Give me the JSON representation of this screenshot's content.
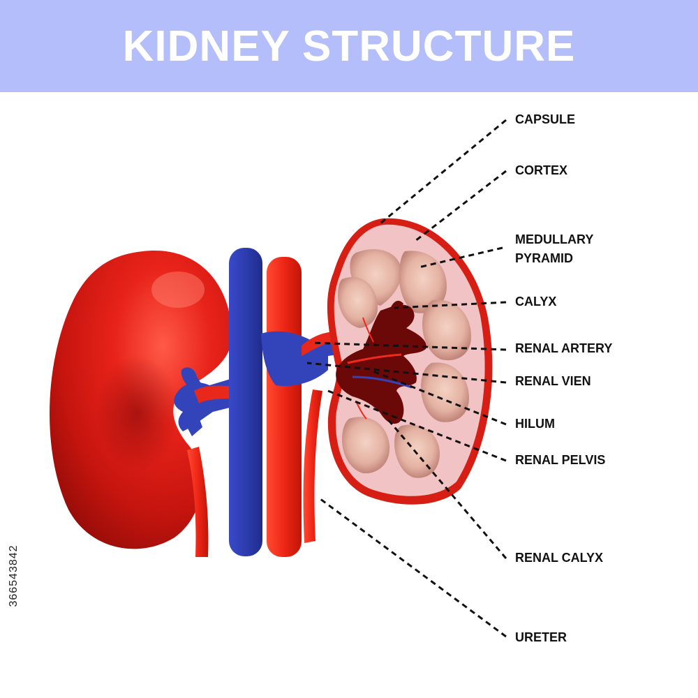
{
  "title": "KIDNEY STRUCTURE",
  "stock_id": "366543842",
  "labels": [
    {
      "id": "capsule",
      "text": "CAPSULE"
    },
    {
      "id": "cortex",
      "text": "CORTEX"
    },
    {
      "id": "medullary-pyramid",
      "line1": "MEDULLARY",
      "line2": "PYRAMID"
    },
    {
      "id": "calyx",
      "text": "CALYX"
    },
    {
      "id": "renal-artery",
      "text": "RENAL ARTERY"
    },
    {
      "id": "renal-vein",
      "text": "RENAL VIEN"
    },
    {
      "id": "hilum",
      "text": "HILUM"
    },
    {
      "id": "renal-pelvis",
      "text": "RENAL PELVIS"
    },
    {
      "id": "renal-calyx",
      "text": "RENAL CALYX"
    },
    {
      "id": "ureter",
      "text": "URETER"
    }
  ],
  "colors": {
    "banner": "#b3befa",
    "kidney_red": "#d91b12",
    "artery_red": "#ee2a1a",
    "vein_blue": "#2f3fb4",
    "cortex_pink": "#f0c2c4",
    "pyramid": "#d9a79a",
    "pelvis_dark": "#6e0a0a"
  }
}
